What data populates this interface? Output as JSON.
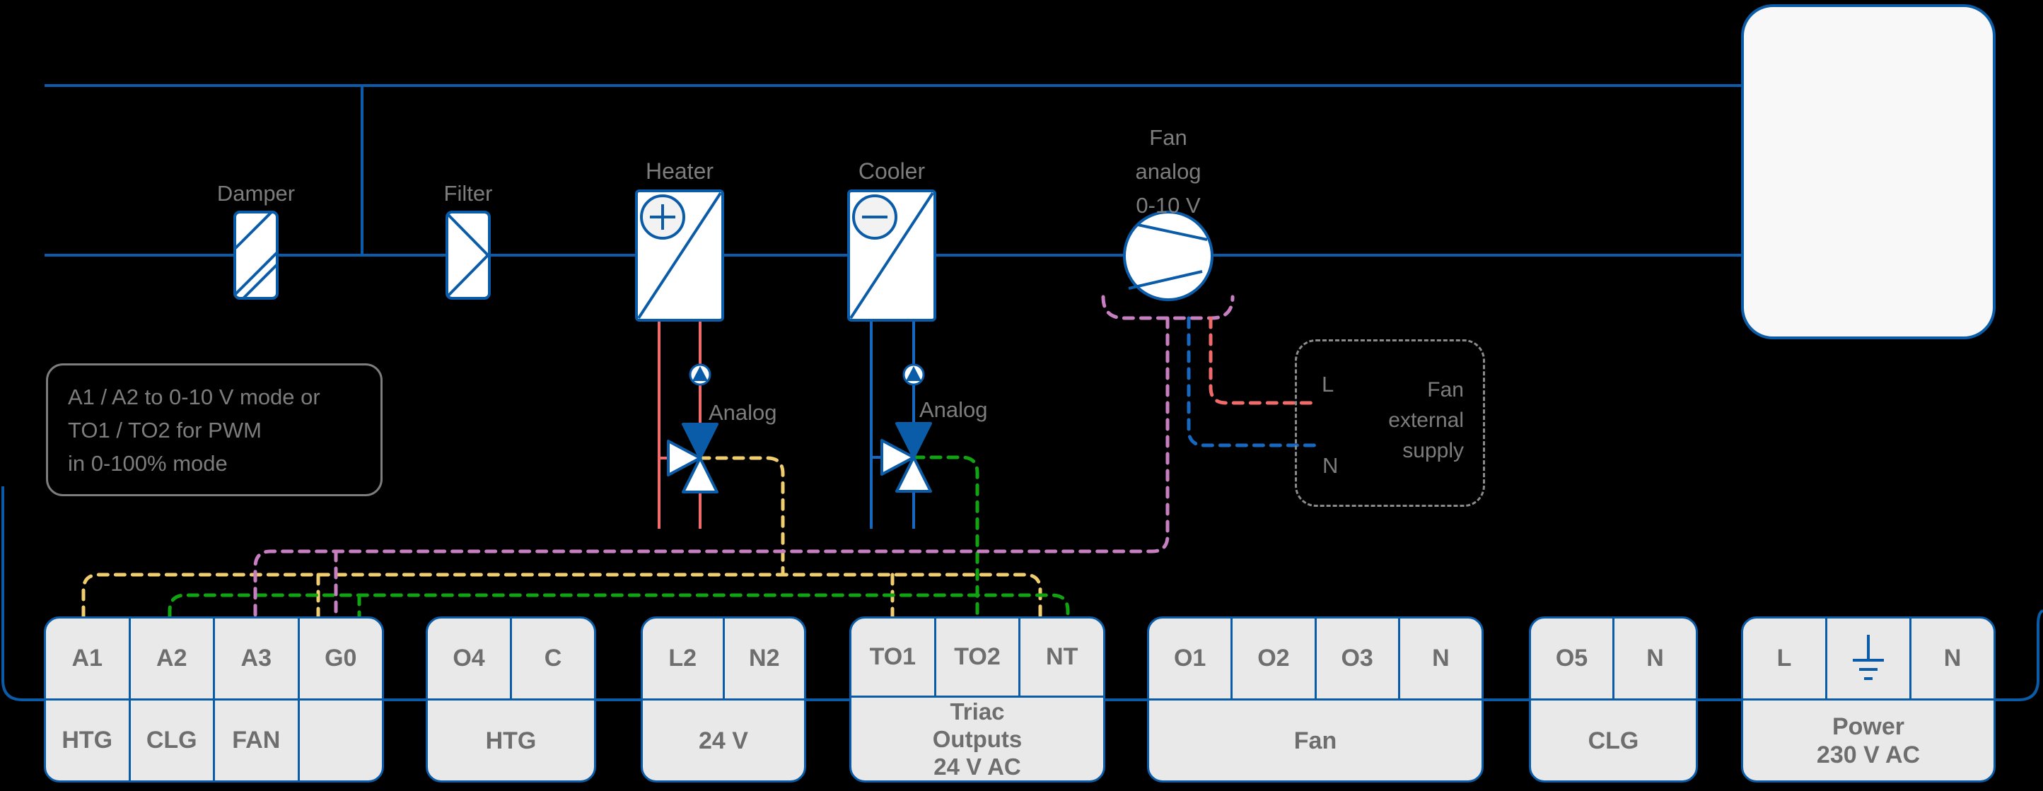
{
  "background": "#000000",
  "colors": {
    "line_blue": "#0b5ca8",
    "pipe_red": "#f26b6b",
    "wire_yellow": "#f0cd6e",
    "wire_green": "#12a312",
    "wire_purple": "#c77fc2",
    "wire_blue": "#1668c0",
    "label_gray": "#7d7d7d",
    "terminal_fill": "#e9e9e9",
    "terminal_text": "#6e6e6e",
    "unit_fill": "#f8f8f8"
  },
  "labels": {
    "damper": "Damper",
    "filter": "Filter",
    "heater": "Heater",
    "cooler": "Cooler",
    "fan": [
      "Fan",
      "analog",
      "0-10 V"
    ],
    "heater_analog": "Analog",
    "cooler_analog": "Analog"
  },
  "note": {
    "lines": [
      "A1 / A2 to 0-10 V mode or",
      "TO1 / TO2 for PWM",
      "in 0-100% mode"
    ]
  },
  "supply": {
    "l": "L",
    "n": "N",
    "title": [
      "Fan",
      "external",
      "supply"
    ]
  },
  "terminals": {
    "analog_block": {
      "cells": [
        "A1",
        "A2",
        "A3",
        "G0"
      ],
      "subs": [
        "HTG",
        "CLG",
        "FAN",
        ""
      ]
    },
    "htg_block": {
      "cells": [
        "O4",
        "C"
      ],
      "label": "HTG"
    },
    "v24_block": {
      "cells": [
        "L2",
        "N2"
      ],
      "label": "24 V"
    },
    "triac_block": {
      "cells": [
        "TO1",
        "TO2",
        "NT"
      ],
      "label": [
        "Triac",
        "Outputs",
        "24 V AC"
      ]
    },
    "fan_block": {
      "cells": [
        "O1",
        "O2",
        "O3",
        "N"
      ],
      "label": "Fan"
    },
    "clg_block": {
      "cells": [
        "O5",
        "N"
      ],
      "label": "CLG"
    },
    "power_block": {
      "cells": [
        "L",
        "N"
      ],
      "ground_icon": "earth-ground",
      "label": [
        "Power",
        "230 V AC"
      ]
    }
  }
}
